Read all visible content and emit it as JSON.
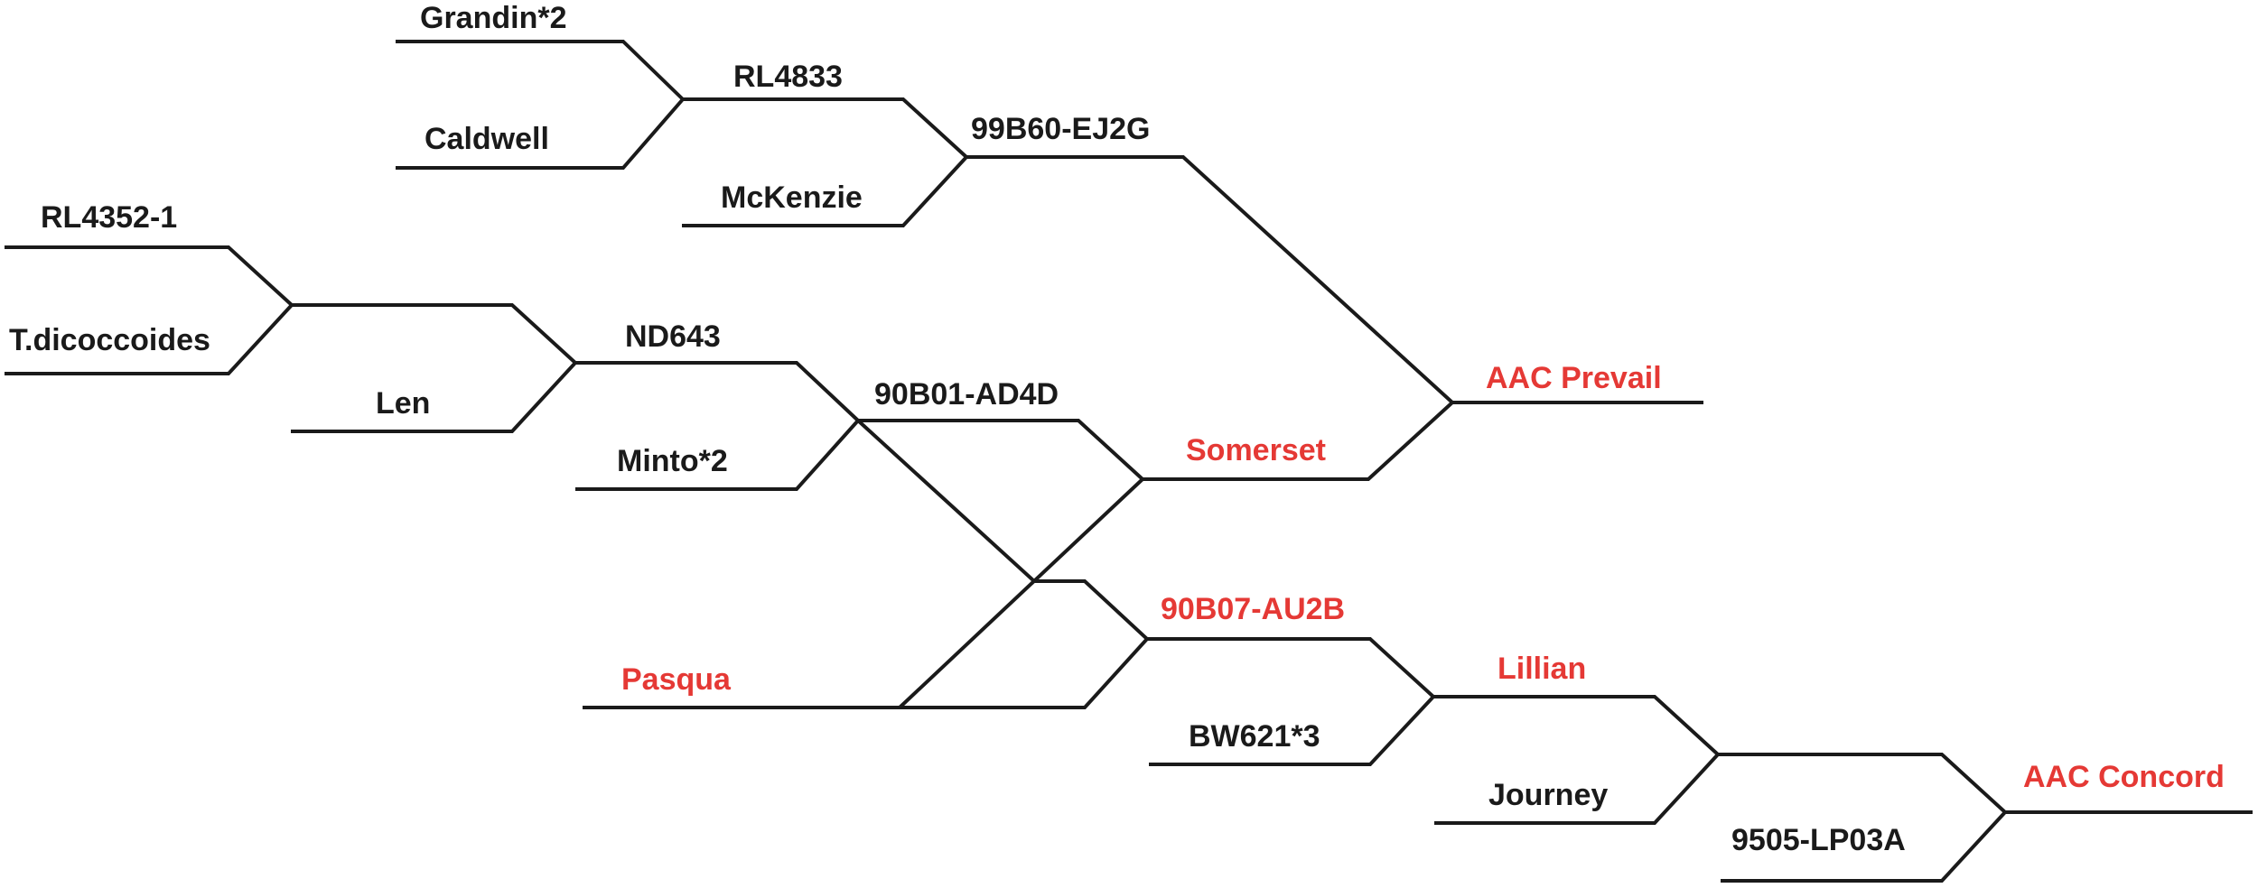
{
  "colors": {
    "line": "#1a1a1a",
    "text": "#1a1a1a",
    "released_variety": "#e53935"
  },
  "labels": {
    "grandin2": "Grandin*2",
    "caldwell": "Caldwell",
    "rl4833": "RL4833",
    "mckenzie": "McKenzie",
    "b99b60": "99B60-EJ2G",
    "rl4352": "RL4352-1",
    "tdicoccoides": "T.dicoccoides",
    "len": "Len",
    "nd643": "ND643",
    "minto2": "Minto*2",
    "b90b01": "90B01-AD4D",
    "somerset": "Somerset",
    "aac_prevail": "AAC Prevail",
    "pasqua": "Pasqua",
    "b90b07": "90B07-AU2B",
    "bw621": "BW621*3",
    "lillian": "Lillian",
    "journey": "Journey",
    "lp03a": "9505-LP03A",
    "aac_concord": "AAC Concord"
  }
}
